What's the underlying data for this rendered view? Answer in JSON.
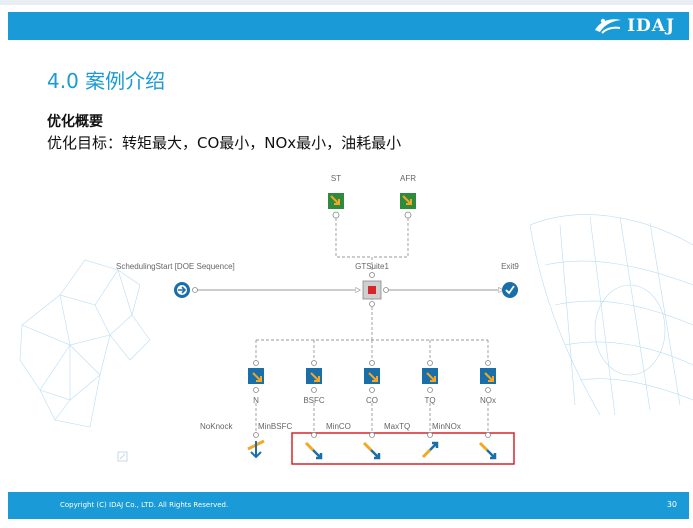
{
  "header": {
    "logo_text": "IDAJ"
  },
  "slide": {
    "title": "4.0 案例介绍",
    "summary_heading": "优化概要",
    "summary_text": "优化目标：转矩最大，CO最小，NOx最小，油耗最小"
  },
  "diagram": {
    "inputs": [
      "ST",
      "AFR"
    ],
    "start_label": "SchedulingStart [DOE Sequence]",
    "node_label": "GTSuite1",
    "exit_label": "Exit9",
    "outputs": [
      "N",
      "BSFC",
      "CO",
      "TQ",
      "NOx"
    ],
    "constraint_label": "NoKnock",
    "objectives": [
      "MinBSFC",
      "MinCO",
      "MaxTQ",
      "MinNOx"
    ],
    "colors": {
      "input": "#2e8b3e",
      "output": "#1b6fa8",
      "highlight": "#d6262a",
      "flow": "#1a9ad6"
    }
  },
  "footer": {
    "copyright": "Copyright (C) IDAJ Co., LTD. All Rights Reserved.",
    "page_number": "30"
  }
}
